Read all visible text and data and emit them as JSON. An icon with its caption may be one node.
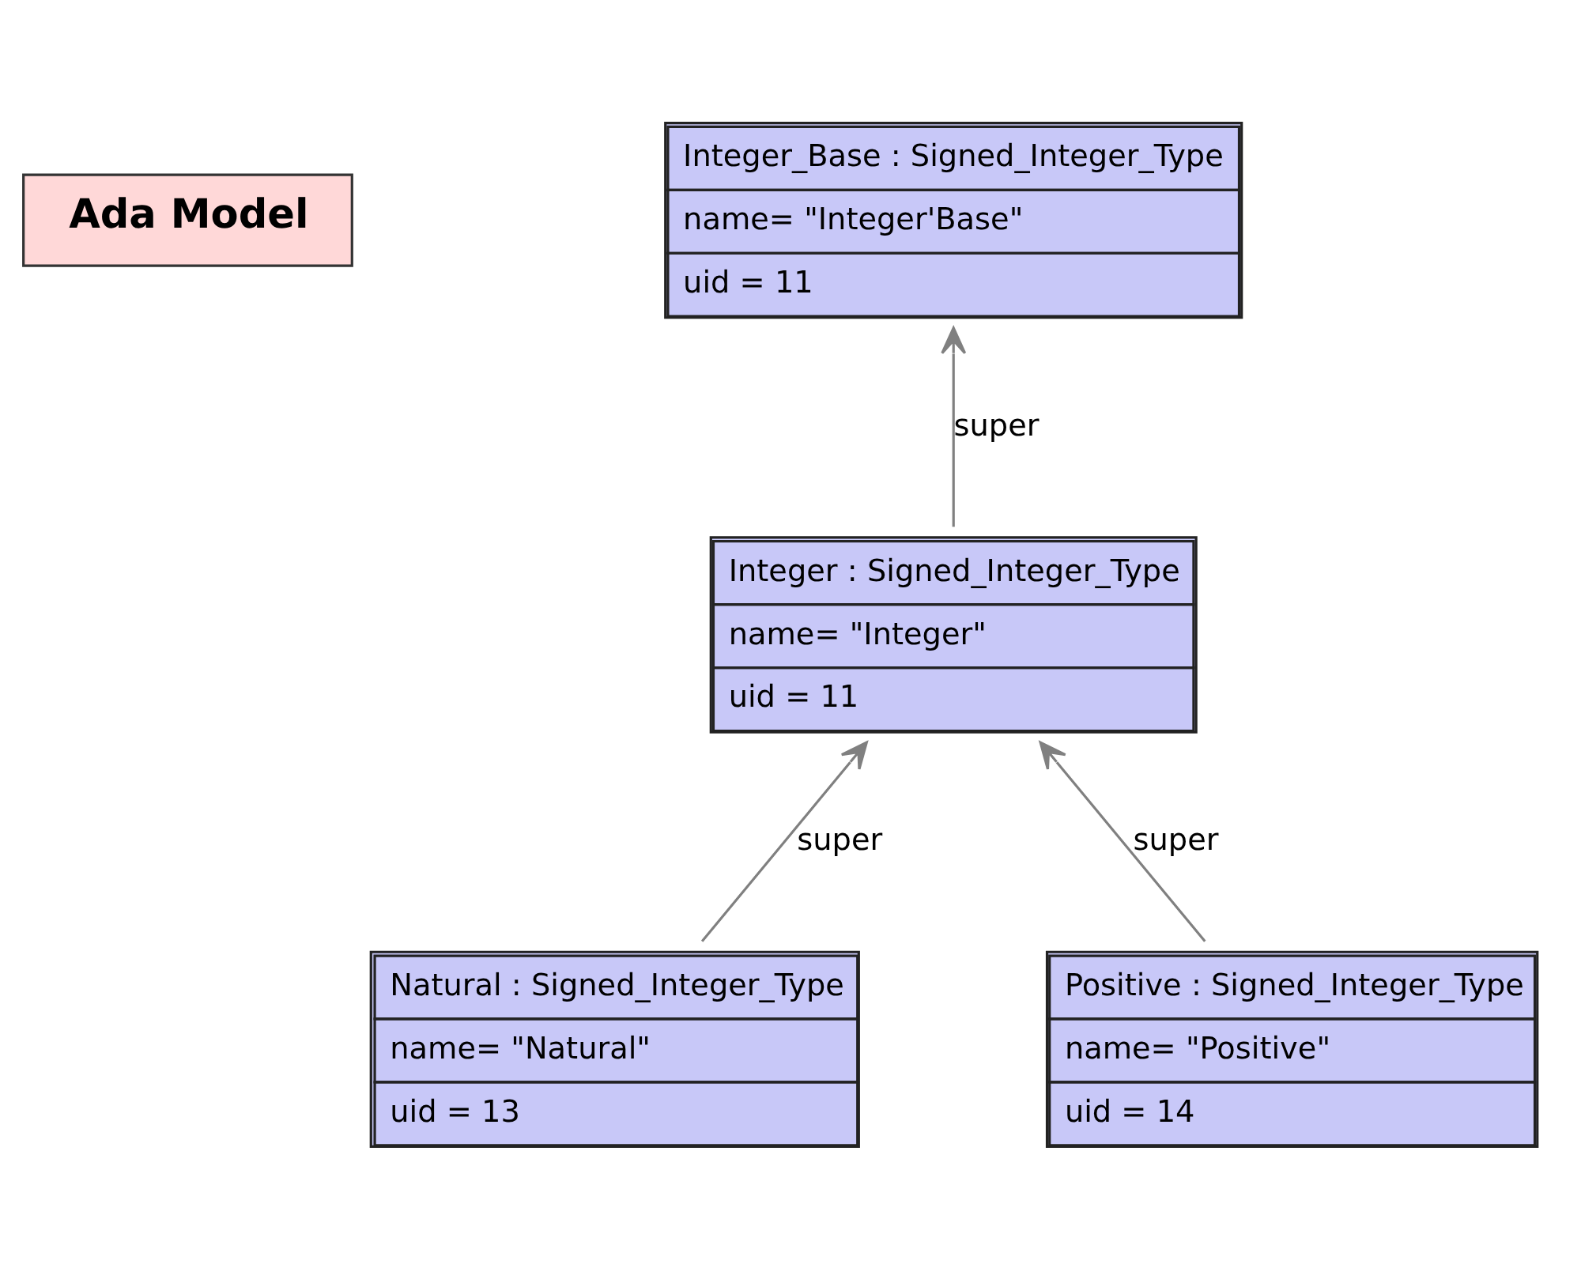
{
  "diagram": {
    "nodes": [
      {
        "text": [
          "Ada Model"
        ]
      },
      {
        "text": [
          "Integer_Base : Signed_Integer_Type",
          "name= \"Integer'Base\"",
          "uid = 11"
        ]
      },
      {
        "text": [
          "Integer : Signed_Integer_Type",
          "name= \"Integer\"",
          "uid = 11"
        ]
      },
      {
        "text": [
          "Natural : Signed_Integer_Type",
          "name= \"Natural\"",
          "uid = 13"
        ]
      },
      {
        "text": [
          "Positive : Signed_Integer_Type",
          "name= \"Positive\"",
          "uid = 14"
        ]
      }
    ],
    "edges": [
      {
        "from": 2,
        "to": 1,
        "arrow": "to",
        "label": "super"
      },
      {
        "from": 3,
        "to": 2,
        "arrow": "to",
        "label": "super"
      },
      {
        "from": 4,
        "to": 2,
        "arrow": "to",
        "label": "super"
      }
    ]
  }
}
